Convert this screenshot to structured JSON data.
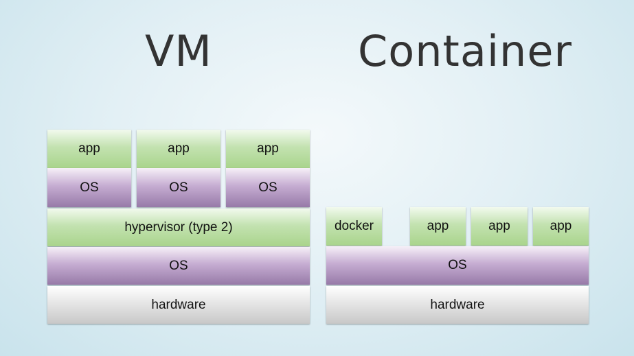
{
  "vm": {
    "title": "VM",
    "apps": [
      "app",
      "app",
      "app"
    ],
    "guest_os": [
      "OS",
      "OS",
      "OS"
    ],
    "hypervisor": "hypervisor (type 2)",
    "host_os": "OS",
    "hardware": "hardware"
  },
  "container": {
    "title": "Container",
    "docker": "docker",
    "apps": [
      "app",
      "app",
      "app"
    ],
    "os": "OS",
    "hardware": "hardware"
  },
  "colors": {
    "app_layer": "#a9d48c",
    "os_layer": "#977aa8",
    "hardware_layer": "#c8c8c8",
    "title_text": "#333333"
  }
}
